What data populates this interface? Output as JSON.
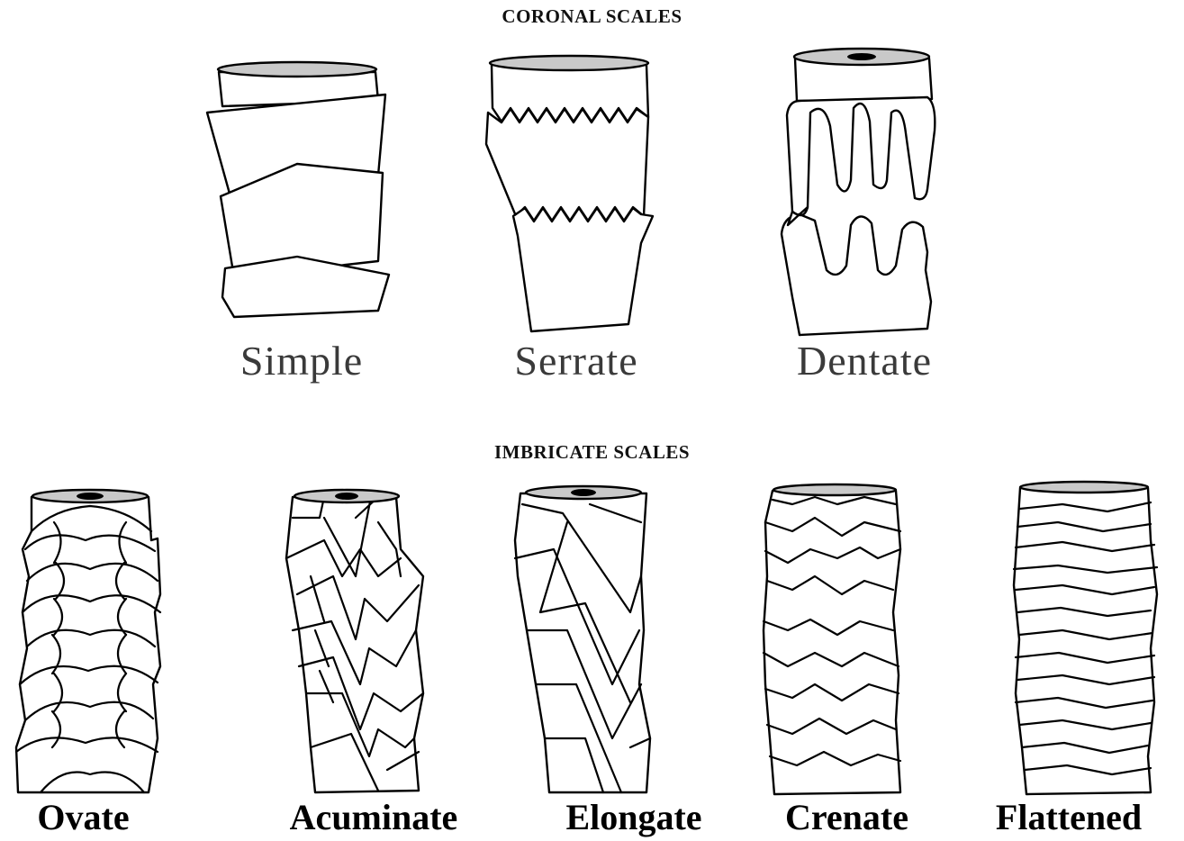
{
  "sections": {
    "coronal": {
      "title": "CORONAL SCALES",
      "types": [
        "Simple",
        "Serrate",
        "Dentate"
      ]
    },
    "imbricate": {
      "title": "IMBRICATE SCALES",
      "types": [
        "Ovate",
        "Acuminate",
        "Elongate",
        "Crenate",
        "Flattened"
      ]
    }
  }
}
